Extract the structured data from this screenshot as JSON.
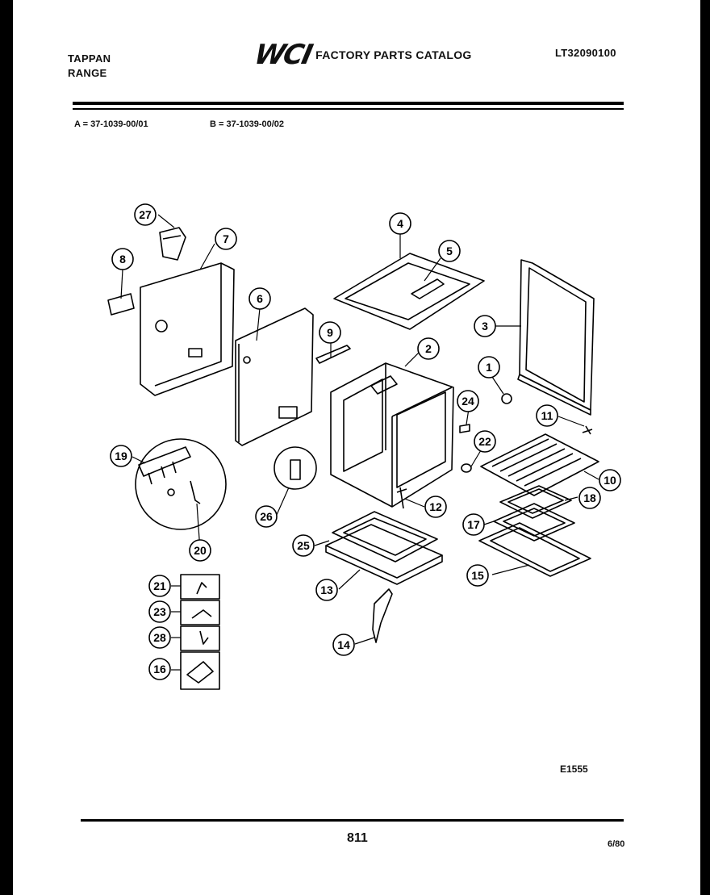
{
  "header": {
    "brand_line1": "TAPPAN",
    "brand_line2": "RANGE",
    "logo": "WCI",
    "catalog_title": "FACTORY PARTS CATALOG",
    "catalog_number": "LT32090100"
  },
  "models": {
    "a": "A = 37-1039-00/01",
    "b": "B = 37-1039-00/02"
  },
  "diagram": {
    "drawing_code": "E1555",
    "callouts": [
      "27",
      "7",
      "8",
      "6",
      "9",
      "4",
      "5",
      "3",
      "2",
      "1",
      "24",
      "22",
      "11",
      "10",
      "18",
      "17",
      "15",
      "19",
      "20",
      "26",
      "12",
      "25",
      "13",
      "14",
      "21",
      "23",
      "28",
      "16"
    ]
  },
  "footer": {
    "page_number": "811",
    "date": "6/80"
  }
}
